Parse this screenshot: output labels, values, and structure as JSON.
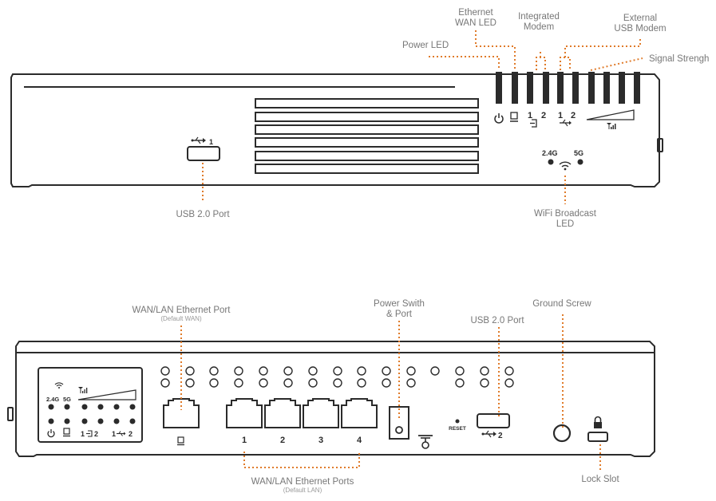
{
  "front_panel": {
    "callouts": {
      "power_led": "Power LED",
      "ethernet_wan_led": [
        "Ethernet",
        "WAN LED"
      ],
      "integrated_modem": [
        "Integrated",
        "Modem"
      ],
      "external_usb_modem": [
        "External",
        "USB Modem"
      ],
      "signal_strength": "Signal Strengh",
      "usb_port": "USB 2.0 Port",
      "wifi_led": [
        "WiFi Broadcast",
        "LED"
      ]
    },
    "usb_port_number": "1",
    "modem_led_numbers": [
      "1",
      "2"
    ],
    "usb_modem_led_numbers": [
      "1",
      "2"
    ],
    "wifi_band_labels": [
      "2.4G",
      "5G"
    ]
  },
  "rear_panel": {
    "callouts": {
      "wan_lan_port": "WAN/LAN Ethernet Port",
      "wan_lan_port_sub": "(Default WAN)",
      "power_switch": [
        "Power Swith",
        "& Port"
      ],
      "usb_port": "USB 2.0 Port",
      "ground_screw": "Ground Screw",
      "lan_ports": "WAN/LAN Ethernet Ports",
      "lan_ports_sub": "(Default LAN)",
      "lock_slot": "Lock Slot"
    },
    "lan_port_numbers": [
      "1",
      "2",
      "3",
      "4"
    ],
    "reset_label": "RESET",
    "usb_port_number": "2",
    "led_panel": {
      "band_labels": [
        "2.4G",
        "5G"
      ],
      "modem_numbers": [
        "1",
        "2"
      ],
      "usb_numbers": [
        "1",
        "2"
      ]
    }
  },
  "colors": {
    "leader": "#e07b2a",
    "outline": "#2b2b2b",
    "label": "#777777"
  },
  "icons": [
    "power-icon",
    "ethernet-icon",
    "usb-icon",
    "wifi-icon",
    "signal-icon",
    "lock-icon",
    "ground-icon"
  ]
}
